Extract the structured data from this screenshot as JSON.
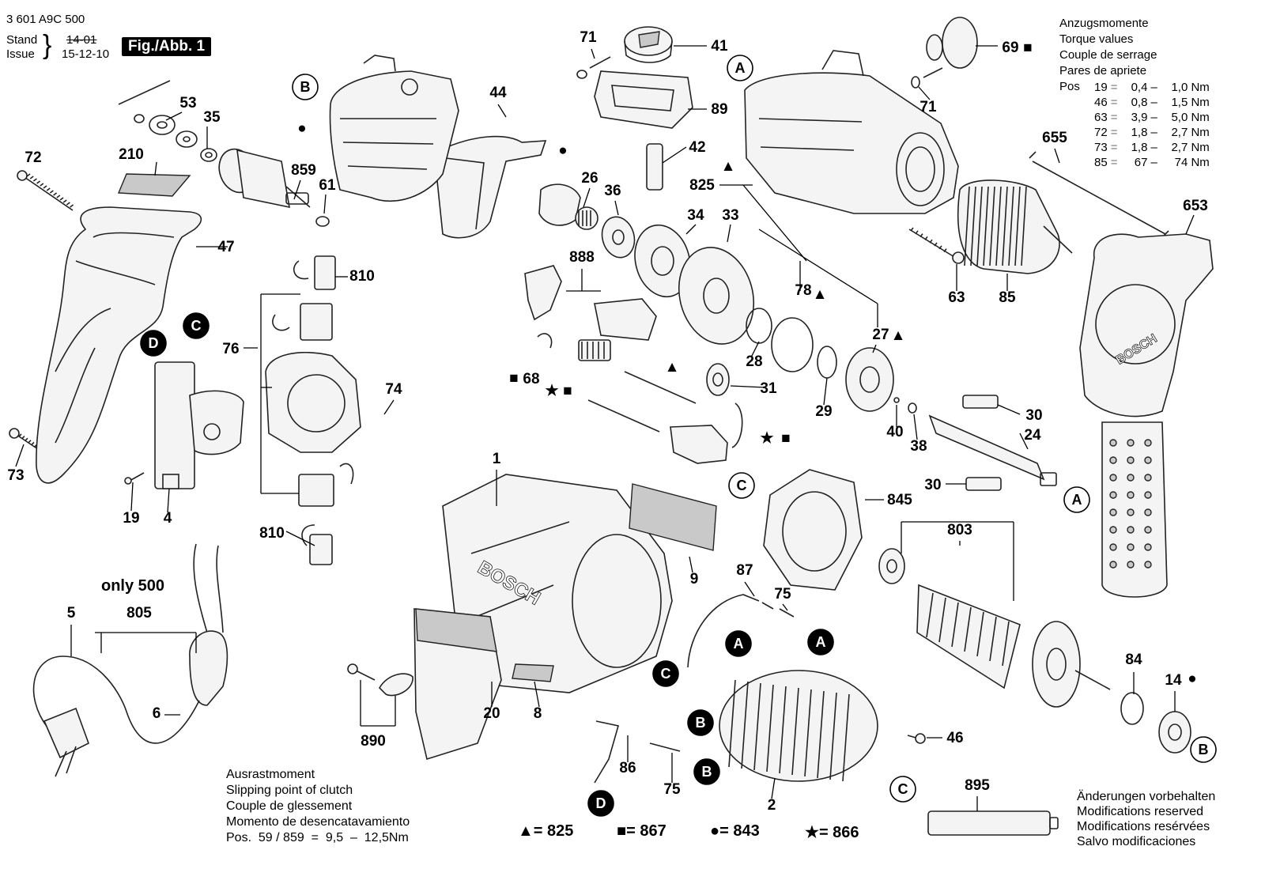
{
  "header": {
    "doc_number": "3 601 A9C 500",
    "stand_label": "Stand",
    "issue_label": "Issue",
    "old_date": "14-01",
    "date": "15-12-10",
    "figure_label": "Fig./Abb. 1"
  },
  "torque_block": {
    "lines": [
      "Anzugsmomente",
      "Torque values",
      "Couple de serrage",
      "Pares de apriete"
    ],
    "pos_label": "Pos",
    "rows": [
      {
        "pos": "19",
        "eq": "=",
        "min": "0,4",
        "max": "1,0 Nm"
      },
      {
        "pos": "46",
        "eq": "=",
        "min": "0,8",
        "max": "1,5 Nm"
      },
      {
        "pos": "63",
        "eq": "=",
        "min": "3,9",
        "max": "5,0 Nm"
      },
      {
        "pos": "72",
        "eq": "=",
        "min": "1,8",
        "max": "2,7 Nm"
      },
      {
        "pos": "73",
        "eq": "=",
        "min": "1,8",
        "max": "2,7 Nm"
      },
      {
        "pos": "85",
        "eq": "=",
        "min": "67",
        "max": "74 Nm"
      }
    ]
  },
  "clutch_note": {
    "lines": [
      "Ausrastmoment",
      "Slipping point of clutch",
      "Couple de glessement",
      "Momento de desencatavamiento"
    ],
    "pos_line": "Pos.  59 / 859  =  9,5  –  12,5Nm"
  },
  "only_note": "only 500",
  "legend": [
    {
      "symbol": "▲",
      "text": "= 825"
    },
    {
      "symbol": "■",
      "text": "= 867"
    },
    {
      "symbol": "●",
      "text": "= 843"
    },
    {
      "symbol": "★",
      "text": "= 866"
    }
  ],
  "changes_note": [
    "Änderungen vorbehalten",
    "Modifications reserved",
    "Modifications resérvées",
    "Salvo modificaciones"
  ],
  "brand": "BOSCH",
  "callouts": [
    {
      "id": "c72",
      "text": "72"
    },
    {
      "id": "c210",
      "text": "210"
    },
    {
      "id": "c53",
      "text": "53"
    },
    {
      "id": "c35",
      "text": "35"
    },
    {
      "id": "c859",
      "text": "859"
    },
    {
      "id": "c61",
      "text": "61"
    },
    {
      "id": "c47",
      "text": "47"
    },
    {
      "id": "c73",
      "text": "73"
    },
    {
      "id": "c19",
      "text": "19"
    },
    {
      "id": "c4",
      "text": "4"
    },
    {
      "id": "c5",
      "text": "5"
    },
    {
      "id": "c805",
      "text": "805"
    },
    {
      "id": "c6",
      "text": "6"
    },
    {
      "id": "c44",
      "text": "44"
    },
    {
      "id": "c26",
      "text": "26"
    },
    {
      "id": "c36",
      "text": "36"
    },
    {
      "id": "c810a",
      "text": "810"
    },
    {
      "id": "c76",
      "text": "76"
    },
    {
      "id": "c810b",
      "text": "810"
    },
    {
      "id": "c74",
      "text": "74"
    },
    {
      "id": "c71a",
      "text": "71"
    },
    {
      "id": "c41",
      "text": "41"
    },
    {
      "id": "c89",
      "text": "89"
    },
    {
      "id": "c42",
      "text": "42"
    },
    {
      "id": "c825",
      "text": "825"
    },
    {
      "id": "c34",
      "text": "34"
    },
    {
      "id": "c33",
      "text": "33"
    },
    {
      "id": "c888",
      "text": "888"
    },
    {
      "id": "c68",
      "text": "68"
    },
    {
      "id": "c78",
      "text": "78"
    },
    {
      "id": "c28",
      "text": "28"
    },
    {
      "id": "c27",
      "text": "27"
    },
    {
      "id": "c31",
      "text": "31"
    },
    {
      "id": "c29",
      "text": "29"
    },
    {
      "id": "c40",
      "text": "40"
    },
    {
      "id": "c38",
      "text": "38"
    },
    {
      "id": "c1",
      "text": "1"
    },
    {
      "id": "c9",
      "text": "9"
    },
    {
      "id": "c20",
      "text": "20"
    },
    {
      "id": "c8",
      "text": "8"
    },
    {
      "id": "c890",
      "text": "890"
    },
    {
      "id": "c87",
      "text": "87"
    },
    {
      "id": "c75a",
      "text": "75"
    },
    {
      "id": "c86",
      "text": "86"
    },
    {
      "id": "c75b",
      "text": "75"
    },
    {
      "id": "c2",
      "text": "2"
    },
    {
      "id": "c46",
      "text": "46"
    },
    {
      "id": "c69",
      "text": "69"
    },
    {
      "id": "c71b",
      "text": "71"
    },
    {
      "id": "c655",
      "text": "655"
    },
    {
      "id": "c653",
      "text": "653"
    },
    {
      "id": "c63",
      "text": "63"
    },
    {
      "id": "c85",
      "text": "85"
    },
    {
      "id": "c30a",
      "text": "30"
    },
    {
      "id": "c24",
      "text": "24"
    },
    {
      "id": "c30b",
      "text": "30"
    },
    {
      "id": "c845",
      "text": "845"
    },
    {
      "id": "c803",
      "text": "803"
    },
    {
      "id": "c84",
      "text": "84"
    },
    {
      "id": "c14",
      "text": "14"
    },
    {
      "id": "c895",
      "text": "895"
    }
  ],
  "ref_letters": {
    "A": "A",
    "B": "B",
    "C": "C",
    "D": "D"
  }
}
